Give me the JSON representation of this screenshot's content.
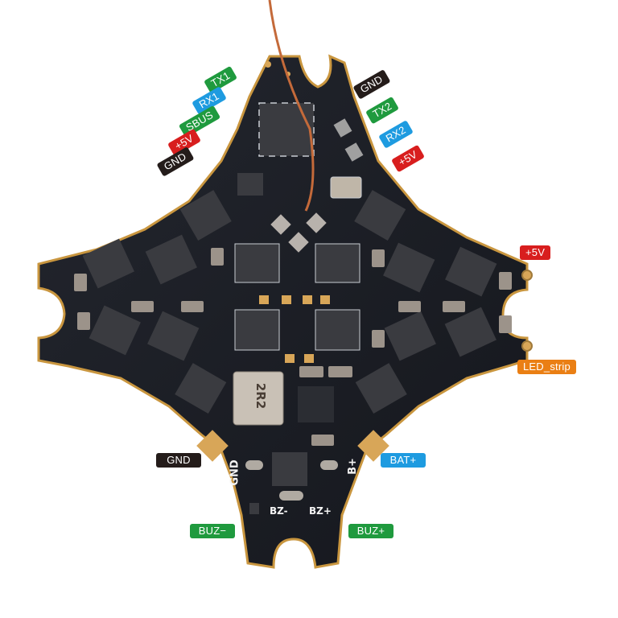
{
  "colors": {
    "green": "#1f9a3e",
    "blue": "#1e9be0",
    "red": "#d81e1e",
    "black": "#241c1a",
    "orange": "#ea7f14",
    "board": "#1c1f26",
    "board_edge": "#c9963f",
    "pad_gold": "#d8a658",
    "chip": "#3a3b40",
    "component": "#9c938a",
    "silk": "#c8ccd2",
    "antenna": "#c46a3a"
  },
  "labels": {
    "top_left": [
      {
        "text": "TX1",
        "color": "green"
      },
      {
        "text": "RX1",
        "color": "blue"
      },
      {
        "text": "SBUS",
        "color": "green"
      },
      {
        "text": "+5V",
        "color": "red"
      },
      {
        "text": "GND",
        "color": "black"
      }
    ],
    "top_right": [
      {
        "text": "GND",
        "color": "black"
      },
      {
        "text": "TX2",
        "color": "green"
      },
      {
        "text": "RX2",
        "color": "blue"
      },
      {
        "text": "+5V",
        "color": "red"
      }
    ],
    "right": [
      {
        "text": "+5V",
        "color": "red"
      },
      {
        "text": "LED_strip",
        "color": "orange"
      }
    ],
    "bottom": [
      {
        "text": "GND",
        "color": "black"
      },
      {
        "text": "BAT+",
        "color": "blue"
      },
      {
        "text": "BUZ−",
        "color": "green"
      },
      {
        "text": "BUZ+",
        "color": "green"
      }
    ]
  },
  "silkscreen": {
    "gnd": "GND",
    "bplus": "B+",
    "bzminus": "BZ-",
    "bzplus": "BZ+",
    "inductor": "2R2"
  }
}
